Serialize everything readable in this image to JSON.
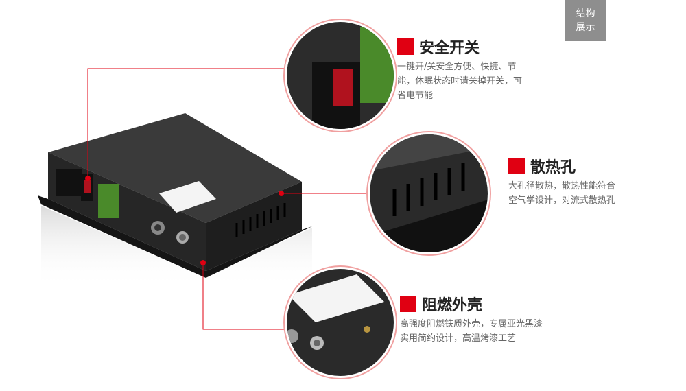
{
  "badge": {
    "line1": "结构",
    "line2": "展示"
  },
  "features": [
    {
      "title": "安全开关",
      "desc_lines": [
        "一键开/关安全方便、快捷、节",
        "能，休眠状态时请关掉开关，可",
        "省电节能"
      ]
    },
    {
      "title": "散热孔",
      "desc_lines": [
        "大孔径散热，散热性能符合",
        "空气学设计，对流式散热孔"
      ]
    },
    {
      "title": "阻燃外壳",
      "desc_lines": [
        "高强度阻燃铁质外壳，专属亚光黑漆",
        "实用简约设计，高温烤漆工艺"
      ]
    }
  ],
  "colors": {
    "accent": "#e00012",
    "badge": "#8e8e8e",
    "device": "#2b2b2b"
  }
}
